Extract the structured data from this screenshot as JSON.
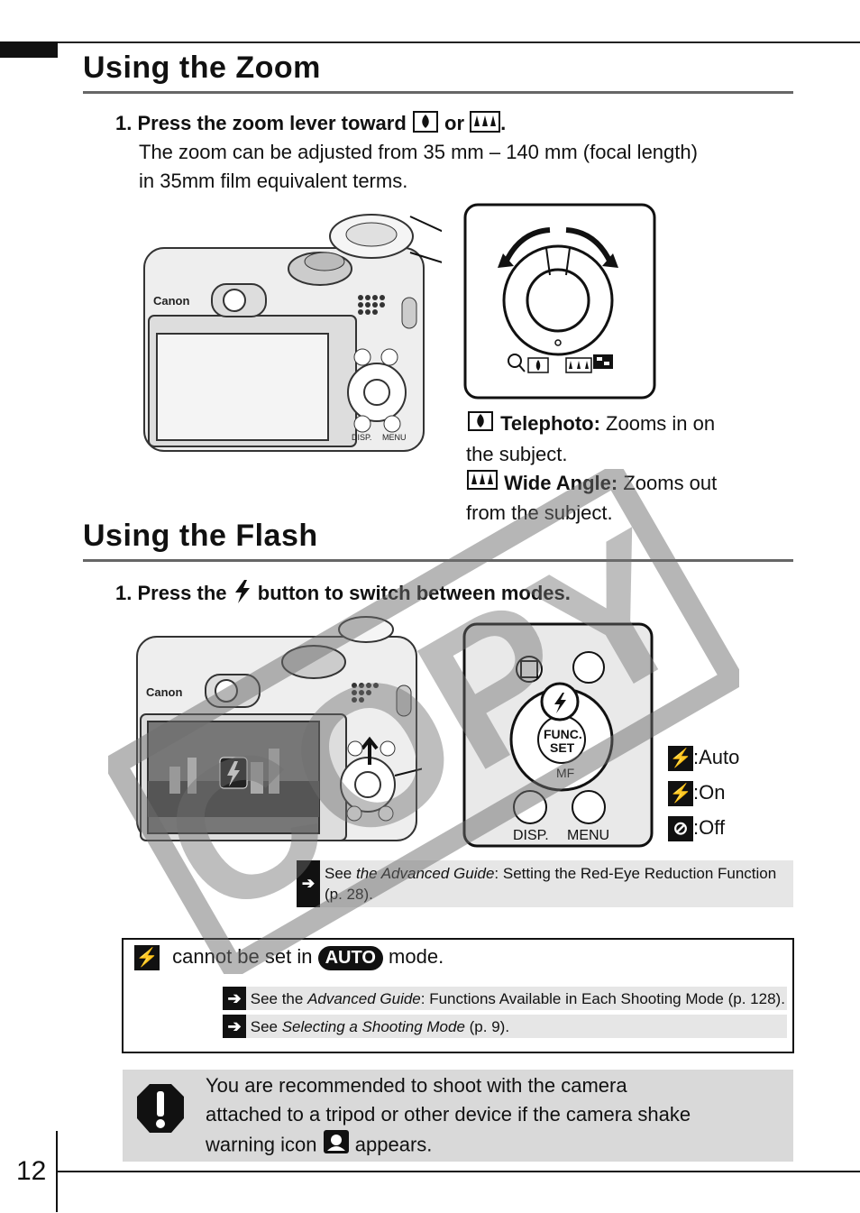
{
  "zoom": {
    "title": "Using the Zoom",
    "step": "1. Press the zoom lever toward",
    "step_or": "or",
    "step_end": ".",
    "line1": "The zoom can be adjusted from 35 mm – 140 mm (focal length)",
    "line2": "in 35mm film equivalent terms.",
    "tele_label": "Telephoto:",
    "tele_text1": " Zooms in on",
    "tele_text2": "the subject.",
    "wide_label": "Wide Angle:",
    "wide_text1": " Zooms out",
    "wide_text2": "from the subject."
  },
  "flash": {
    "title": "Using the Flash",
    "step_pre": "1. Press the",
    "step_post": "button to switch between modes.",
    "modes": [
      ":Auto",
      ":On",
      ":Off"
    ],
    "camera_labels": {
      "disp": "DISP.",
      "menu": "MENU",
      "func": "FUNC.",
      "set": "SET",
      "mf": "MF",
      "brand": "Canon"
    },
    "see_note_pre": "See ",
    "see_note_italic": "the Advanced Guide",
    "see_note_post": ": Setting the Red-Eye Reduction Function",
    "see_note_page": "(p. 28)."
  },
  "box": {
    "text_pre": "cannot be set in",
    "auto": "AUTO",
    "text_post": "mode.",
    "ref1_pre": "See the ",
    "ref1_italic": "Advanced Guide",
    "ref1_post": ": Functions Available in Each Shooting Mode (p. 128).",
    "ref2_pre": "See ",
    "ref2_italic": "Selecting a Shooting Mode",
    "ref2_post": " (p. 9)."
  },
  "caution": {
    "line1": "You are recommended to shoot with the camera",
    "line2": "attached to a tripod or other device if the camera shake",
    "line3_pre": "warning icon",
    "line3_post": "appears."
  },
  "page_number": "12",
  "watermark": "COPY"
}
